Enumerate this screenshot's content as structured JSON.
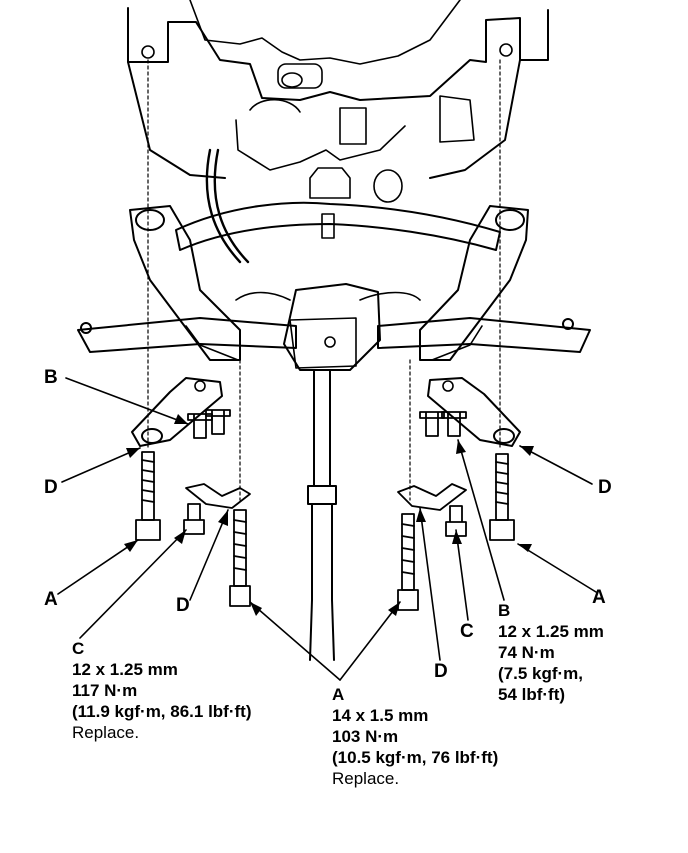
{
  "callouts": {
    "b_left": "B",
    "d_left": "D",
    "a_left": "A",
    "c_left": "C",
    "d_mid_left": "D",
    "d_mid_right": "D",
    "c_right": "C",
    "d_right": "D",
    "a_right": "A"
  },
  "specs": {
    "c": {
      "letter": "C",
      "size": "12 x 1.25 mm",
      "torque": "117 N·m",
      "alt": "(11.9 kgf·m, 86.1 lbf·ft)",
      "note": "Replace."
    },
    "a": {
      "letter": "A",
      "size": "14 x 1.5 mm",
      "torque": "103 N·m",
      "alt": "(10.5 kgf·m, 76 lbf·ft)",
      "note": "Replace."
    },
    "b": {
      "letter": "B",
      "size": "12 x 1.25 mm",
      "torque": "74 N·m",
      "alt1": "(7.5 kgf·m,",
      "alt2": "54 lbf·ft)"
    }
  }
}
